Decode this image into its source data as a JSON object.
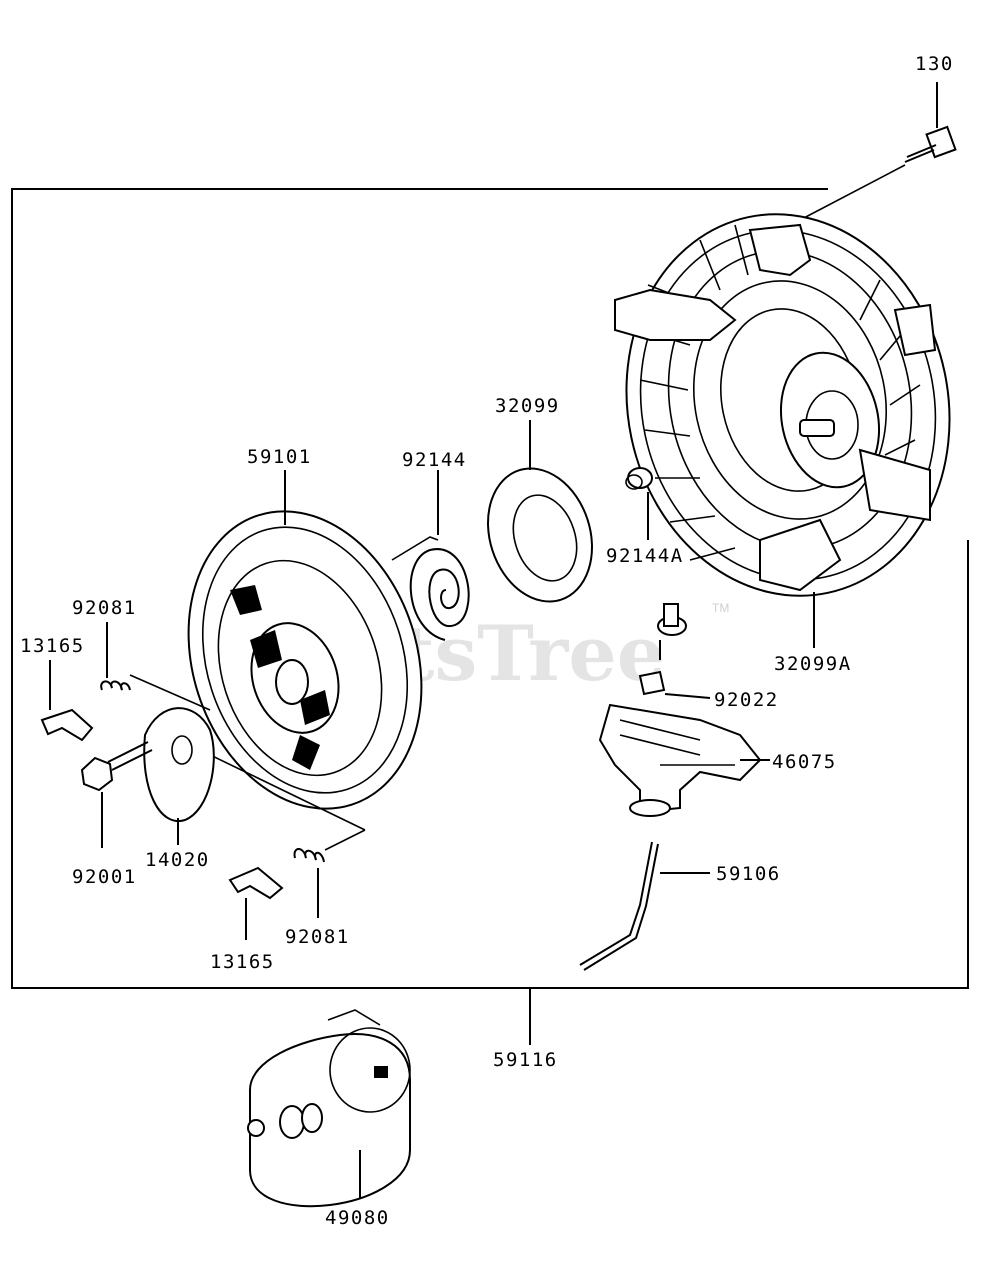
{
  "diagram": {
    "watermark": "PartsTree",
    "watermark_tm": "TM",
    "parts": [
      {
        "id": "p130",
        "label": "130"
      },
      {
        "id": "p59101",
        "label": "59101"
      },
      {
        "id": "p92144",
        "label": "92144"
      },
      {
        "id": "p32099",
        "label": "32099"
      },
      {
        "id": "p92144A",
        "label": "92144A"
      },
      {
        "id": "p32099A",
        "label": "32099A"
      },
      {
        "id": "p92081a",
        "label": "92081"
      },
      {
        "id": "p13165a",
        "label": "13165"
      },
      {
        "id": "p92022",
        "label": "92022"
      },
      {
        "id": "p46075",
        "label": "46075"
      },
      {
        "id": "p92001",
        "label": "92001"
      },
      {
        "id": "p14020",
        "label": "14020"
      },
      {
        "id": "p59106",
        "label": "59106"
      },
      {
        "id": "p92081b",
        "label": "92081"
      },
      {
        "id": "p13165b",
        "label": "13165"
      },
      {
        "id": "p59116",
        "label": "59116"
      },
      {
        "id": "p49080",
        "label": "49080"
      }
    ]
  }
}
